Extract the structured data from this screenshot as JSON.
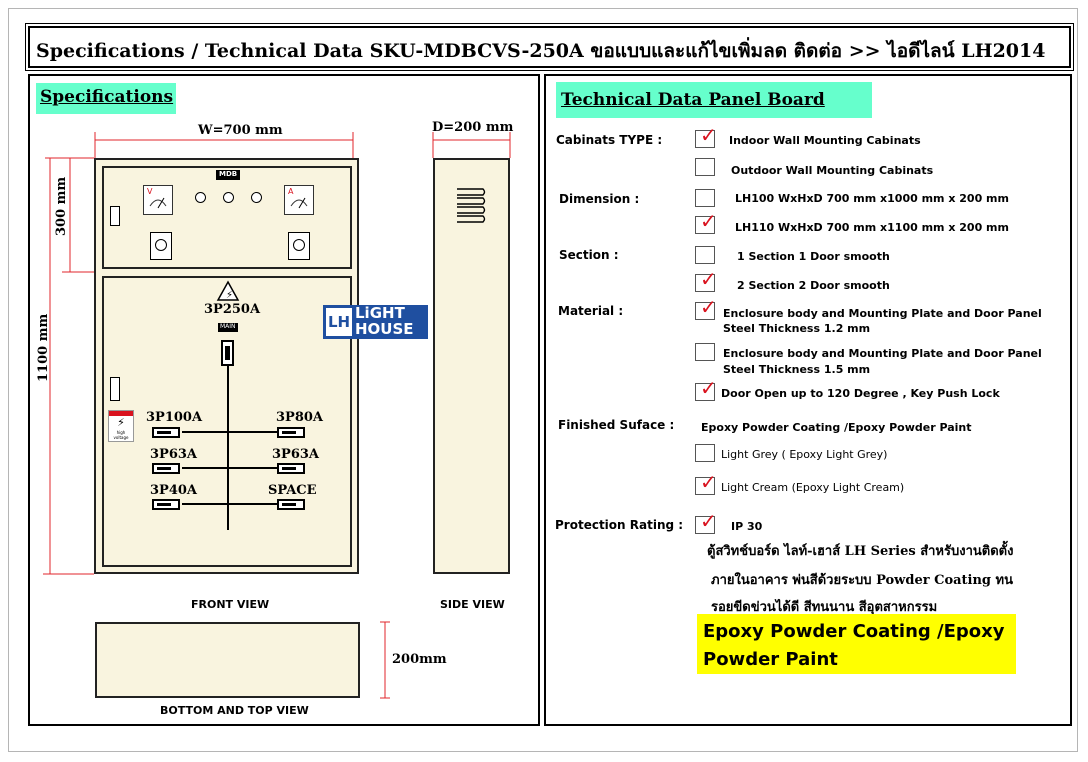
{
  "title": "Specifications / Technical Data SKU-MDBCVS-250A  ขอแบบและแก้ไขเพิ่มลด ติดต่อ >> ไอดีไลน์ LH2014",
  "left": {
    "heading": "Specifications",
    "width_label": "W=700 mm",
    "depth_label": "D=200 mm",
    "height_top_label": "300 mm",
    "height_total_label": "1100 mm",
    "bottom_height_label": "200mm",
    "front_view": "FRONT  VIEW",
    "side_view": "SIDE  VIEW",
    "bottom_view": "BOTTOM AND TOP VIEW",
    "mdb_tag": "MDB",
    "main_tag": "MAIN",
    "main_breaker": "3P250A",
    "breakers": [
      "3P100A",
      "3P80A",
      "3P63A",
      "3P63A",
      "3P40A",
      "SPACE"
    ],
    "logo_top": "LiGHT",
    "logo_bottom": "HOUSE",
    "logo_mark": "LH",
    "meter_v": "V",
    "meter_a": "A",
    "warning_text": "high voltage"
  },
  "right": {
    "heading": "Technical Data Panel Board",
    "rows": {
      "cabinets_label": "Cabinats TYPE :",
      "indoor": "Indoor  Wall Mounting Cabinats",
      "outdoor": "Outdoor  Wall Mounting Cabinats",
      "dimension_label": "Dimension :",
      "lh100": "LH100  WxHxD 700 mm x1000 mm x 200 mm",
      "lh110": "LH110  WxHxD 700 mm x1100 mm x 200 mm",
      "section_label": "Section :",
      "section1": "1 Section 1 Door smooth",
      "section2": "2 Section 2 Door smooth",
      "material_label": "Material :",
      "mat1_a": "Enclosure body and Mounting Plate and Door Panel",
      "mat1_b": "Steel Thickness 1.2 mm",
      "mat2_a": "Enclosure body and Mounting Plate and Door Panel",
      "mat2_b": "Steel Thickness 1.5 mm",
      "door": "Door Open up to 120 Degree  , Key Push Lock",
      "finish_label": "Finished Suface :",
      "finish_value": "Epoxy Powder Coating /Epoxy Powder Paint",
      "grey": "Light Grey ( Epoxy Light Grey)",
      "cream": "Light Cream (Epoxy Light Cream)",
      "protection_label": "Protection Rating :",
      "ip": "IP 30"
    },
    "thai_lines": [
      "ตู้สวิทช์บอร์ด ไลท์-เฮาส์ LH Series  สำหรับงานติดตั้ง",
      "ภายในอาคาร พ่นสีด้วยระบบ Powder Coating ทน",
      "รอยขีดข่วนได้ดี สีทนนาน สีอุตสาหกรรม"
    ],
    "highlight": "Epoxy Powder Coating /Epoxy Powder Paint",
    "checked": [
      true,
      false,
      false,
      true,
      false,
      true,
      true,
      false,
      true,
      false,
      true,
      true
    ],
    "tick_color": "#d9121e"
  },
  "colors": {
    "tag_green": "#66ffcc",
    "cabinet_cream": "#f9f4df",
    "highlight_yellow": "#ffff00",
    "dim_red": "#e0262b"
  }
}
